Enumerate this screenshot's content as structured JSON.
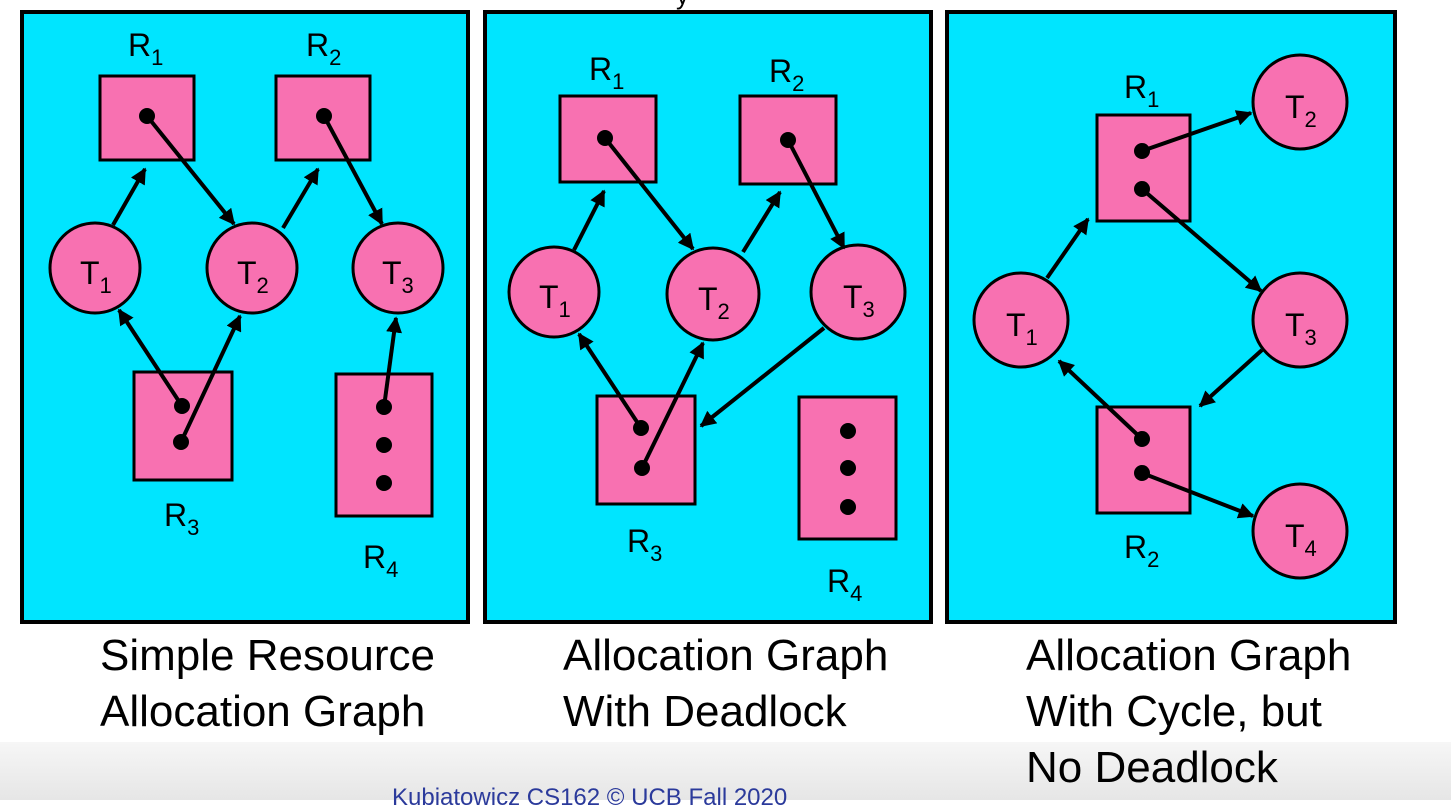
{
  "colors": {
    "panel_bg": "#00e5ff",
    "node_fill": "#f871b1",
    "stroke": "#000000",
    "footer_text": "#2b3a9b"
  },
  "top_fragment": "y",
  "footer": "Kubiatowicz CS162 © UCB Fall 2020",
  "panels": [
    {
      "id": "simple",
      "caption": [
        "Simple Resource",
        "Allocation Graph"
      ],
      "threads": [
        {
          "name": "T",
          "sub": "1"
        },
        {
          "name": "T",
          "sub": "2"
        },
        {
          "name": "T",
          "sub": "3"
        }
      ],
      "resources": [
        {
          "name": "R",
          "sub": "1"
        },
        {
          "name": "R",
          "sub": "2"
        },
        {
          "name": "R",
          "sub": "3"
        },
        {
          "name": "R",
          "sub": "4"
        }
      ]
    },
    {
      "id": "deadlock",
      "caption": [
        "Allocation Graph",
        "With Deadlock"
      ],
      "threads": [
        {
          "name": "T",
          "sub": "1"
        },
        {
          "name": "T",
          "sub": "2"
        },
        {
          "name": "T",
          "sub": "3"
        }
      ],
      "resources": [
        {
          "name": "R",
          "sub": "1"
        },
        {
          "name": "R",
          "sub": "2"
        },
        {
          "name": "R",
          "sub": "3"
        },
        {
          "name": "R",
          "sub": "4"
        }
      ]
    },
    {
      "id": "cycle",
      "caption": [
        "Allocation Graph",
        "With Cycle, but",
        "No Deadlock"
      ],
      "threads": [
        {
          "name": "T",
          "sub": "1"
        },
        {
          "name": "T",
          "sub": "2"
        },
        {
          "name": "T",
          "sub": "3"
        },
        {
          "name": "T",
          "sub": "4"
        }
      ],
      "resources": [
        {
          "name": "R",
          "sub": "1"
        },
        {
          "name": "R",
          "sub": "2"
        }
      ]
    }
  ]
}
